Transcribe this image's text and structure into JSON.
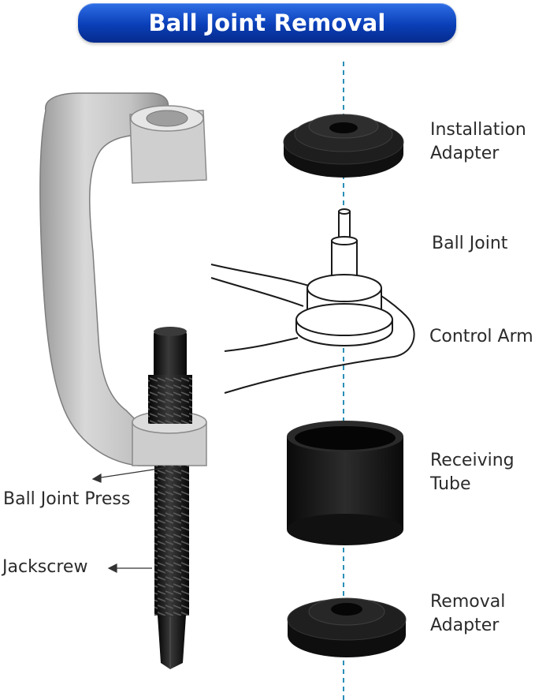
{
  "title": "Ball Joint Removal",
  "labels": {
    "installation_adapter": [
      "Installation",
      "Adapter"
    ],
    "ball_joint": "Ball Joint",
    "control_arm": "Control Arm",
    "receiving_tube": [
      "Receiving",
      "Tube"
    ],
    "removal_adapter": [
      "Removal",
      "Adapter"
    ],
    "ball_joint_press": "Ball Joint Press",
    "jackscrew": "Jackscrew"
  },
  "colors": {
    "banner": "#0a3fb8",
    "axis_line": "#2a8fb8",
    "press_body": "#c9c9c9",
    "parts": "#151515"
  }
}
